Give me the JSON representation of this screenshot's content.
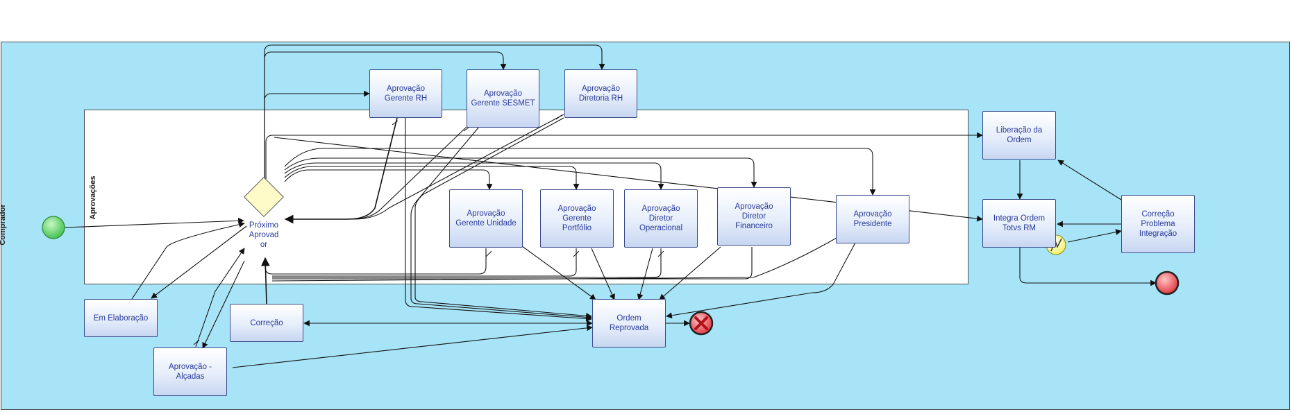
{
  "pool": {
    "label": "Comprador"
  },
  "lane": {
    "label": "Aprovações"
  },
  "gateway": {
    "label": "Próximo\nAprovad\nor"
  },
  "tasks": {
    "gerente_rh": "Aprovação\nGerente RH",
    "gerente_sesmet": "Aprovação\nGerente SESMET",
    "diretoria_rh": "Aprovação\nDiretoria RH",
    "gerente_unidade": "Aprovação\nGerente Unidade",
    "gerente_portfolio": "Aprovação\nGerente\nPortfólio",
    "diretor_operacional": "Aprovação\nDiretor\nOperacional",
    "diretor_financeiro": "Aprovação\nDiretor\nFinanceiro",
    "presidente": "Aprovação\nPresidente",
    "liberacao": "Liberação da\nOrdem",
    "integra": "Integra Ordem\nTotvs RM",
    "correcao_problema": "Correção\nProblema\nIntegração",
    "em_elaboracao": "Em Elaboração",
    "correcao": "Correção",
    "ordem_reprovada": "Ordem\nReprovada",
    "alcadas": "Aprovação -\nAlçadas"
  },
  "colors": {
    "pool_fill": "#a8e4f7",
    "task_text": "#2a3a9a",
    "start_event": "#3cbf4a",
    "end_event": "#e0303a",
    "gateway_fill": "#fffbc8",
    "error_badge": "#f2f05a"
  },
  "icons": {
    "service_task": "gear-icon",
    "error_boundary": "lightning-icon",
    "cancel_end": "x-circle-icon"
  }
}
